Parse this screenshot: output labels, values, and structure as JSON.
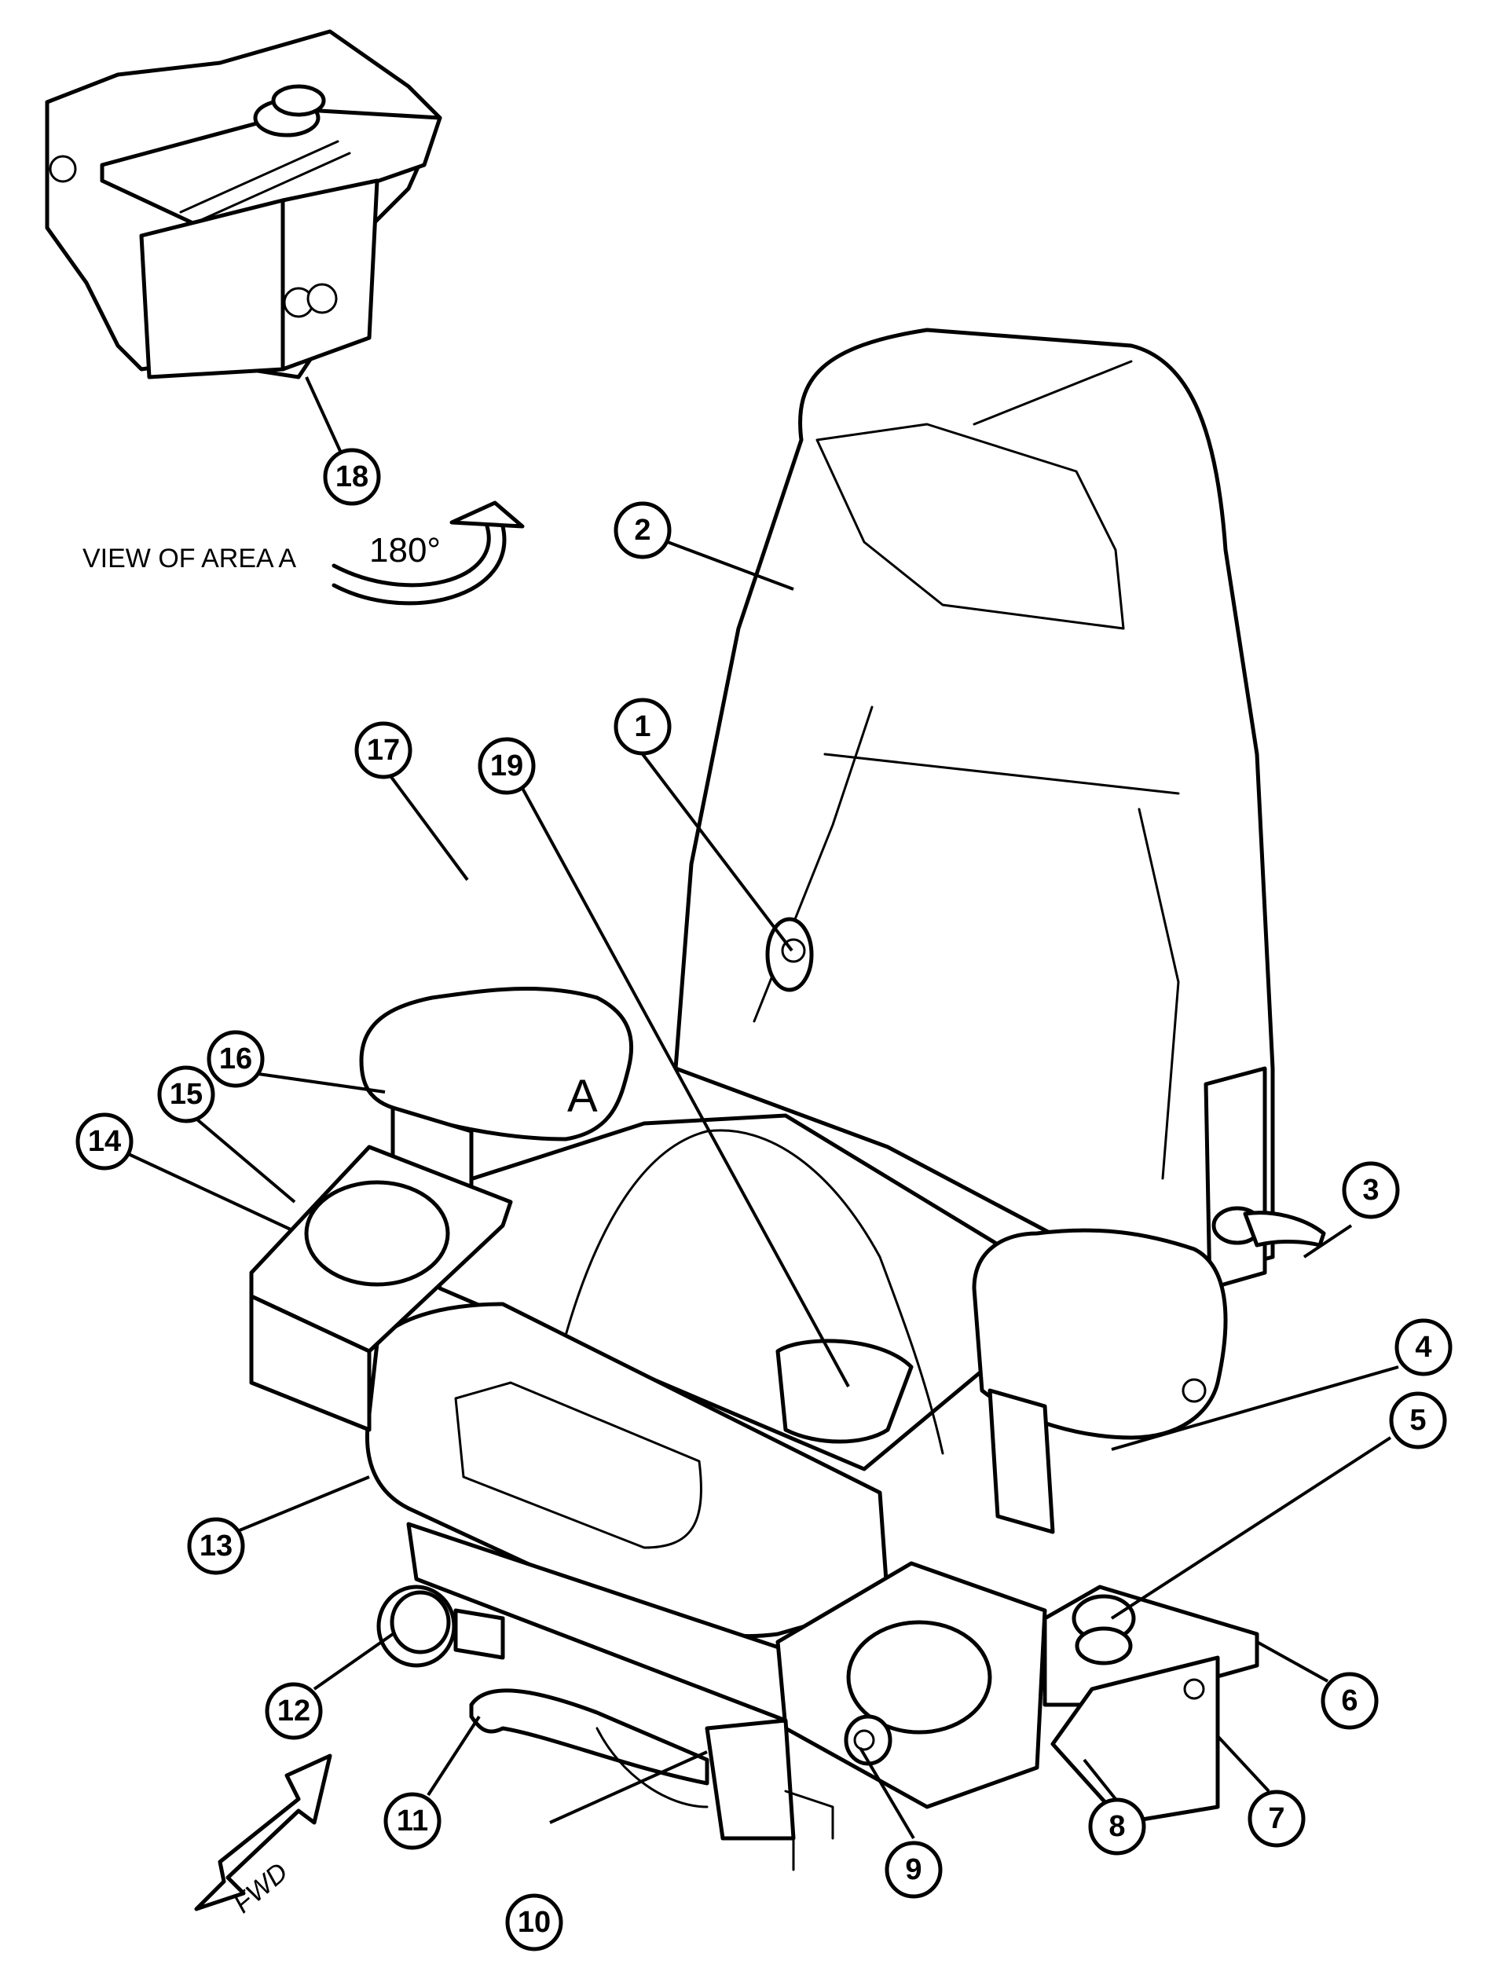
{
  "view_label": "VIEW OF AREA A",
  "rotation_label": "180°",
  "area_label": "A",
  "fwd_label": "FWD",
  "callouts": [
    "1",
    "2",
    "3",
    "4",
    "5",
    "6",
    "7",
    "8",
    "9",
    "10",
    "11",
    "12",
    "13",
    "14",
    "15",
    "16",
    "17",
    "18",
    "19"
  ]
}
